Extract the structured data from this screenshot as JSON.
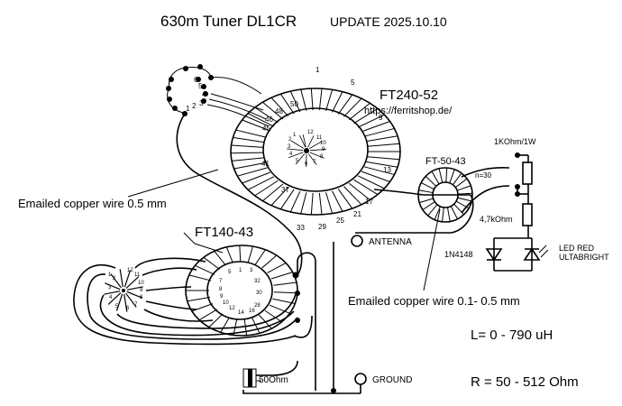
{
  "title": "630m Tuner  DL1CR",
  "update": "UPDATE 2025.10.10",
  "big_toroid": {
    "name": "FT240-52",
    "url": "https://ferritshop.de/",
    "outer_taps": [
      "1",
      "5",
      "9",
      "13",
      "17",
      "21",
      "25",
      "29",
      "33",
      "37",
      "41",
      "45",
      "46",
      "48",
      "50"
    ],
    "inner_taps": [
      "1",
      "2",
      "3",
      "4",
      "5",
      "6",
      "7",
      "8",
      "9",
      "10",
      "11",
      "12"
    ],
    "switch_taps": [
      "1",
      "2",
      "3",
      "4",
      "5",
      "6"
    ]
  },
  "small_toroid": {
    "name": "FT140-43",
    "outer_taps": [
      "1",
      "3",
      "5",
      "7",
      "8",
      "9",
      "10",
      "12",
      "14",
      "16",
      "28",
      "30",
      "32"
    ],
    "switch_taps": [
      "1",
      "2",
      "3",
      "4",
      "5",
      "6",
      "7",
      "8",
      "9",
      "10",
      "11",
      "12"
    ]
  },
  "sense_toroid": {
    "name": "FT-50-43",
    "turns": "n=30"
  },
  "labels": {
    "wire1": "Emailed copper wire 0.5 mm",
    "wire2": "Emailed copper wire 0.1- 0.5 mm",
    "antenna": "ANTENNA",
    "ground": "GROUND",
    "port": "50Ohm",
    "r1": "1KOhm/1W",
    "r2": "4,7kOhm",
    "diode": "1N4148",
    "led1": "LED RED",
    "led2": "ULTABRIGHT",
    "inductance": "L= 0 -   790  uH",
    "resistance": "R = 50 - 512 Ohm"
  }
}
